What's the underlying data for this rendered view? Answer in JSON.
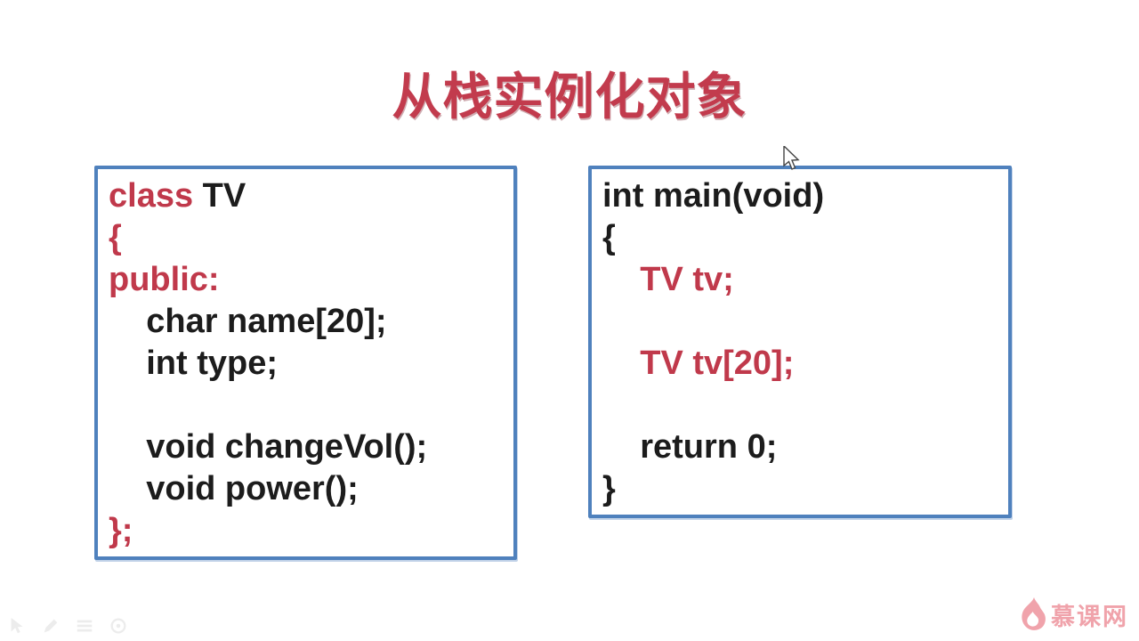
{
  "slide": {
    "title": "从栈实例化对象",
    "accent_red": "#c0394b",
    "border_blue": "#4f81bd",
    "watermark_pink": "#f0a3ab"
  },
  "left_code": {
    "lines": [
      {
        "segments": [
          {
            "t": "class ",
            "c": "red"
          },
          {
            "t": "TV",
            "c": "black"
          }
        ]
      },
      {
        "segments": [
          {
            "t": "{",
            "c": "red"
          }
        ]
      },
      {
        "segments": [
          {
            "t": "public:",
            "c": "red"
          }
        ]
      },
      {
        "segments": [
          {
            "t": "    char name[20];",
            "c": "black"
          }
        ]
      },
      {
        "segments": [
          {
            "t": "    int type;",
            "c": "black"
          }
        ]
      },
      {
        "segments": []
      },
      {
        "segments": [
          {
            "t": "    void changeVol();",
            "c": "black"
          }
        ]
      },
      {
        "segments": [
          {
            "t": "    void power();",
            "c": "black"
          }
        ]
      },
      {
        "segments": [
          {
            "t": "};",
            "c": "red"
          }
        ]
      }
    ]
  },
  "right_code": {
    "lines": [
      {
        "segments": [
          {
            "t": "int main(void)",
            "c": "black"
          }
        ]
      },
      {
        "segments": [
          {
            "t": "{",
            "c": "black"
          }
        ]
      },
      {
        "segments": [
          {
            "t": "    TV tv;",
            "c": "red"
          }
        ]
      },
      {
        "segments": []
      },
      {
        "segments": [
          {
            "t": "    TV tv[20];",
            "c": "red"
          }
        ]
      },
      {
        "segments": []
      },
      {
        "segments": [
          {
            "t": "    return 0;",
            "c": "black"
          }
        ]
      },
      {
        "segments": [
          {
            "t": "}",
            "c": "black"
          }
        ]
      }
    ]
  },
  "watermark": {
    "brand": "慕课网"
  },
  "presenter_toolbar": {
    "icons": [
      "pointer-icon",
      "pen-icon",
      "slides-icon",
      "more-icon"
    ]
  }
}
